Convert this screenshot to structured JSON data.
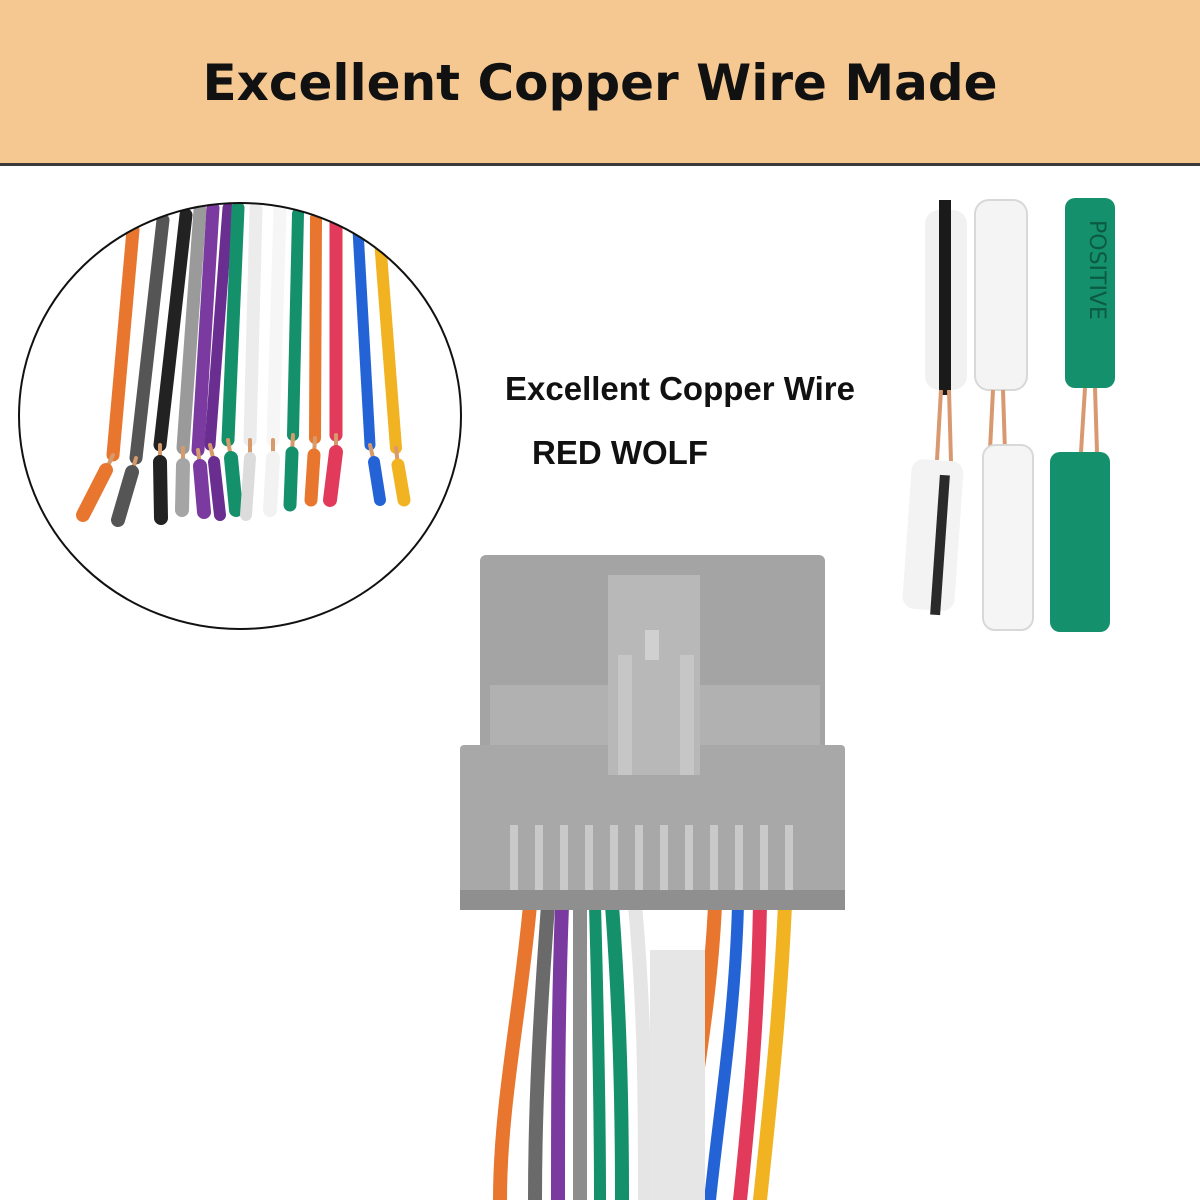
{
  "banner": {
    "title": "Excellent Copper Wire Made",
    "background": "#f5c891"
  },
  "caption": {
    "line1": "Excellent Copper Wire",
    "line2": "RED WOLF"
  },
  "wire_colors": [
    "#e8762f",
    "#555555",
    "#222222",
    "#9a9a9a",
    "#7b3aa0",
    "#14906a",
    "#f2f2f2",
    "#e8762f",
    "#e23a5a",
    "#2463d6",
    "#f2b322"
  ],
  "closeup": {
    "imprint": "POSITIVE"
  }
}
